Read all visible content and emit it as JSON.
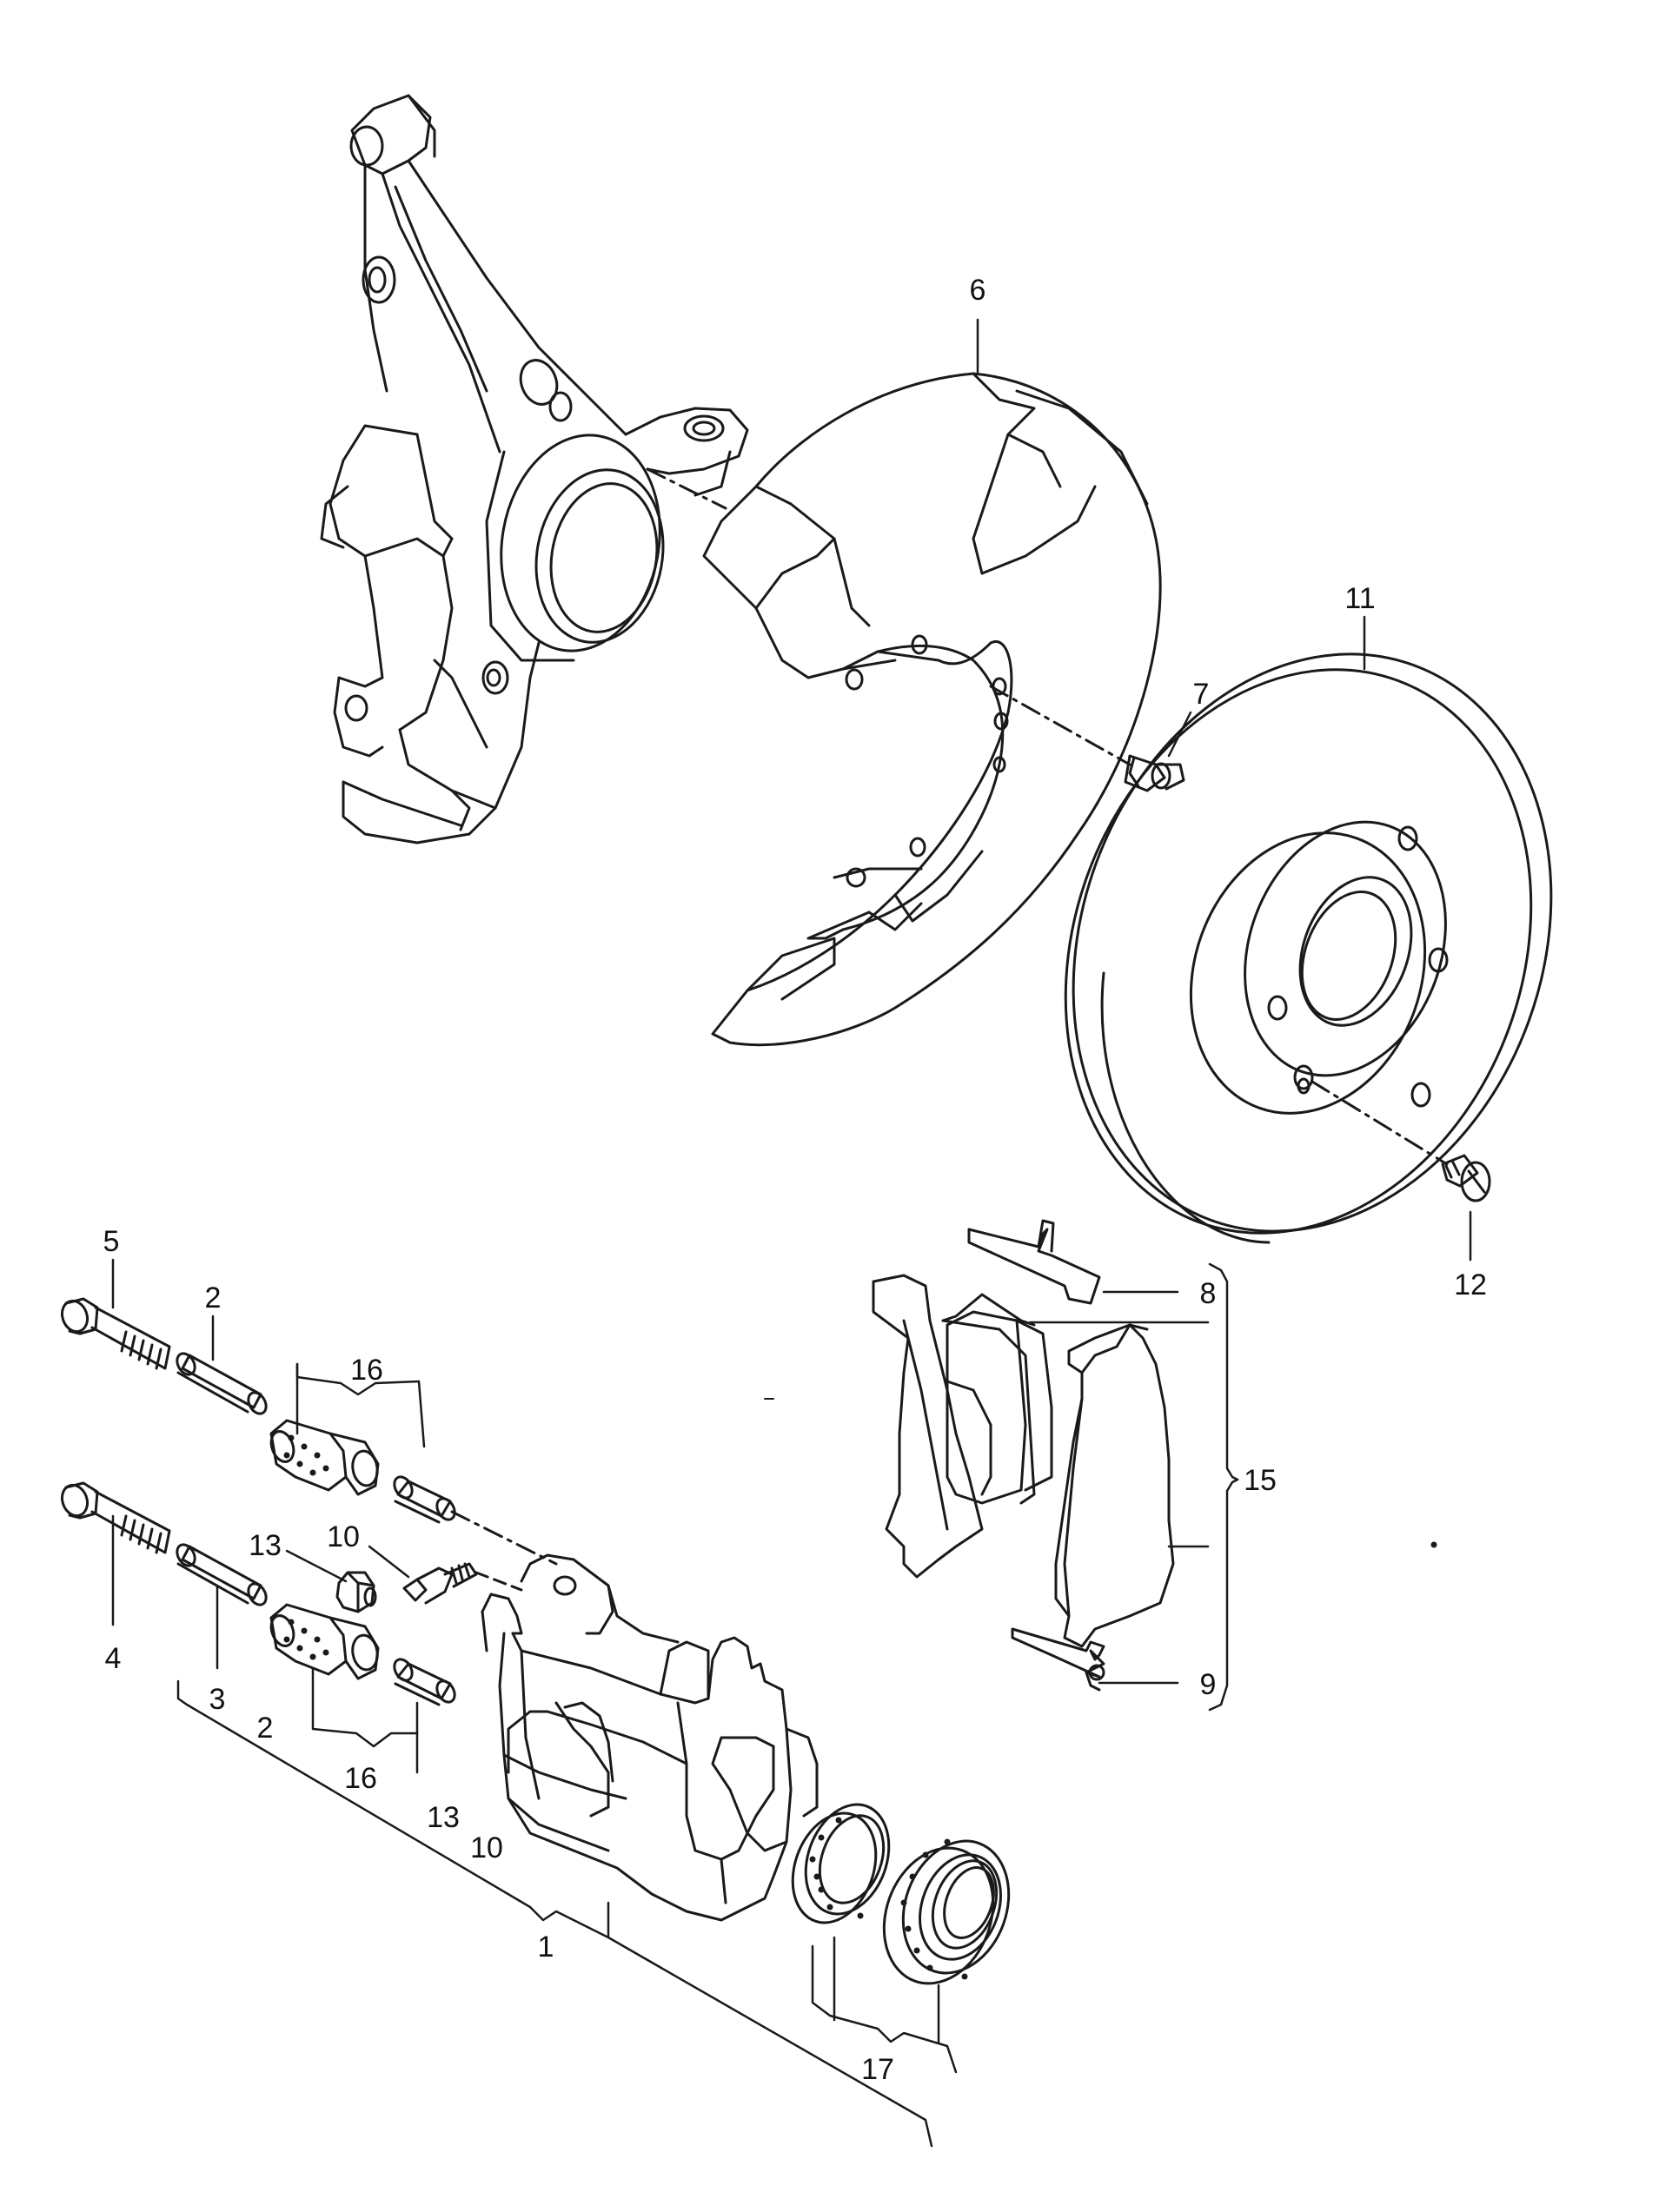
{
  "colors": {
    "ink": "#1a1a1a",
    "paper": "#ffffff"
  },
  "labels": {
    "l1": "1",
    "l2a": "2",
    "l2b": "2",
    "l3": "3",
    "l4": "4",
    "l5": "5",
    "l6": "6",
    "l7": "7",
    "l8": "8",
    "l9": "9",
    "l10a": "10",
    "l10b": "10",
    "l11": "11",
    "l12": "12",
    "l13a": "13",
    "l13b": "13",
    "l15": "15",
    "l16a": "16",
    "l16b": "16",
    "l17": "17"
  }
}
